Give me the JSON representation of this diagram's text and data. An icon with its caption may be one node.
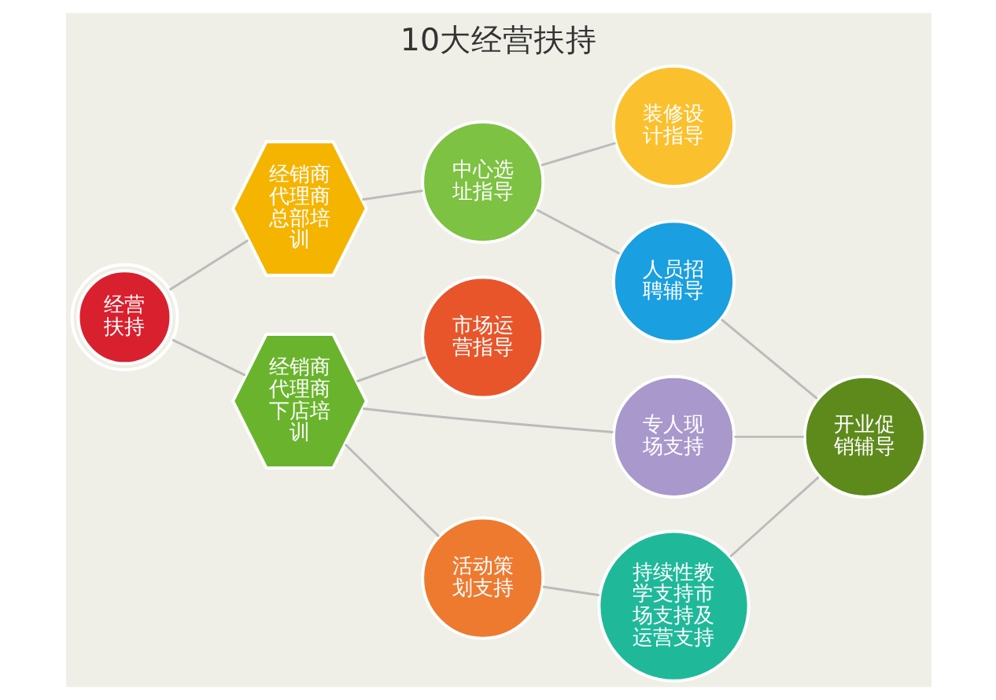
{
  "diagram": {
    "title": "10大经营扶持",
    "nodes": [
      {
        "text": [
          "经销商代理商总部培训"
        ]
      },
      {
        "text": [
          "中心选址指导"
        ]
      },
      {
        "text": [
          "装修设计指导"
        ]
      },
      {
        "text": [
          "经营扶持"
        ]
      },
      {
        "text": [
          "市场运营指导"
        ]
      },
      {
        "text": [
          "人员招聘辅导"
        ]
      },
      {
        "text": [
          "经销商代理商下店培训"
        ]
      },
      {
        "text": [
          "专人现场支持"
        ]
      },
      {
        "text": [
          "开业促销辅导"
        ]
      },
      {
        "text": [
          "活动策划支持"
        ]
      },
      {
        "text": [
          "持续性教学支持市场支持及运营支持"
        ]
      }
    ],
    "edges": [
      {
        "from": 3,
        "to": 0,
        "arrow": "none"
      },
      {
        "from": 3,
        "to": 6,
        "arrow": "none"
      },
      {
        "from": 0,
        "to": 1,
        "arrow": "none"
      },
      {
        "from": 1,
        "to": 2,
        "arrow": "none"
      },
      {
        "from": 1,
        "to": 5,
        "arrow": "none"
      },
      {
        "from": 5,
        "to": 8,
        "arrow": "none"
      },
      {
        "from": 6,
        "to": 4,
        "arrow": "none"
      },
      {
        "from": 6,
        "to": 7,
        "arrow": "none"
      },
      {
        "from": 7,
        "to": 8,
        "arrow": "none"
      },
      {
        "from": 6,
        "to": 9,
        "arrow": "none"
      },
      {
        "from": 9,
        "to": 10,
        "arrow": "none"
      },
      {
        "from": 10,
        "to": 8,
        "arrow": "none"
      }
    ]
  }
}
